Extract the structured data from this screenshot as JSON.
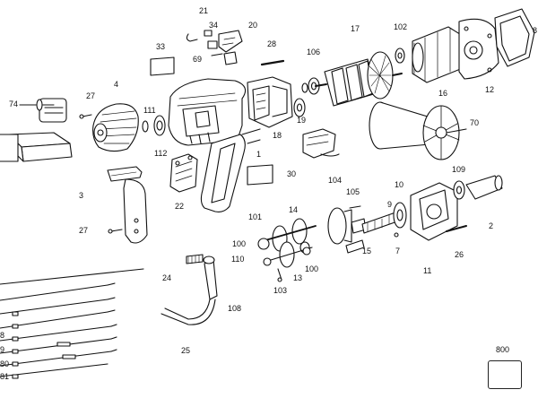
{
  "part_labels": [
    "21",
    "34",
    "20",
    "33",
    "69",
    "28",
    "17",
    "102",
    "8",
    "74",
    "27",
    "4",
    "111",
    "106",
    "12",
    "16",
    "19",
    "18",
    "70",
    "112",
    "1",
    "30",
    "109",
    "3",
    "22",
    "104",
    "105",
    "10",
    "14",
    "101",
    "27",
    "100",
    "9",
    "2",
    "110",
    "13",
    "100",
    "7",
    "15",
    "26",
    "24",
    "103",
    "11",
    "108",
    "25",
    "800",
    "8",
    "9",
    "80",
    "81"
  ]
}
